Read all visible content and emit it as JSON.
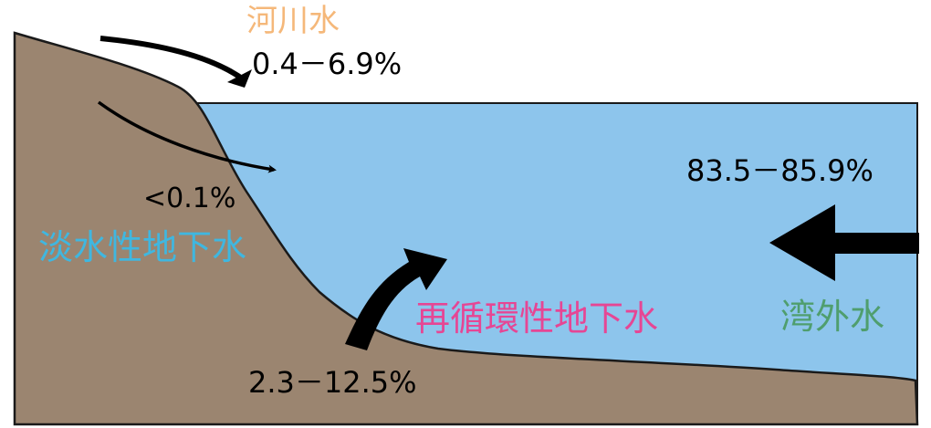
{
  "labels": {
    "river_water": {
      "title": "河川水",
      "range": "0.4－6.9%"
    },
    "fresh_groundwater": {
      "title": "淡水性地下水",
      "value": "<0.1%"
    },
    "recirculated_groundwater": {
      "title": "再循環性地下水",
      "range": "2.3－12.5%"
    },
    "offshore_water": {
      "title": "湾外水",
      "range": "83.5－85.9%"
    }
  },
  "colors": {
    "sea": "#8dc5ec",
    "land": "#9b8570",
    "river_label": "#f5b87a",
    "fresh_groundwater_label": "#3fb7e0",
    "recirculated_label": "#e64694",
    "offshore_label": "#4f9e6e",
    "value_text": "#000000",
    "outline": "#1a1a1a"
  }
}
